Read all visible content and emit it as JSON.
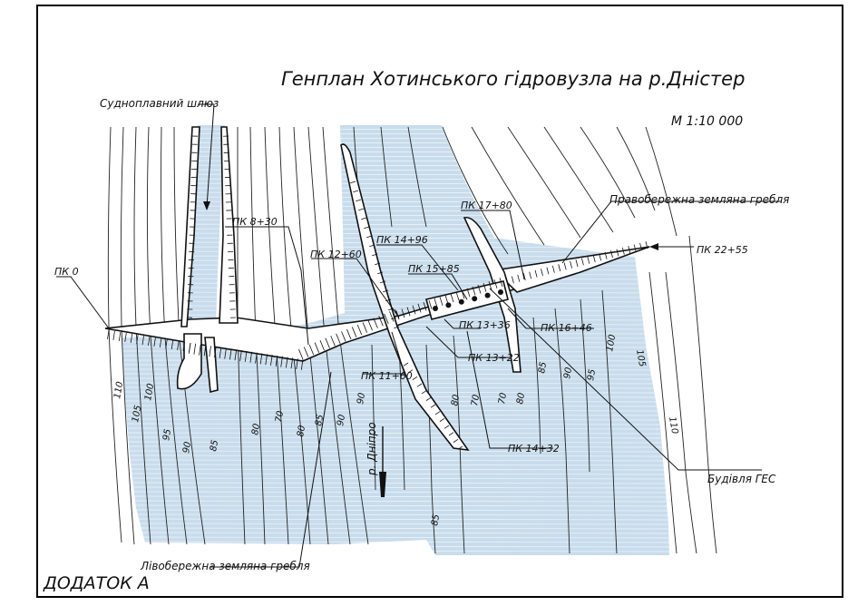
{
  "sheet": {
    "title": "Генплан Хотинського гідровузла на р.Дністер",
    "scale": "М  1:10 000",
    "appendix": "ДОДАТОК А"
  },
  "labels": {
    "lock": "Судноплавний шлюз",
    "right_dam": "Правобережна земляна гребля",
    "left_dam": "Лівобережна земляна гребля",
    "hpp": "Будівля ГЕС",
    "river": "р. Дніпро"
  },
  "pickets": [
    "ПК 0",
    "ПК  8+30",
    "ПК  12+60",
    "ПК 14+96",
    "ПК  17+80",
    "ПК 15+85",
    "ПК 22+55",
    "ПК  13+36",
    "ПК 16+46",
    "ПК 13+22",
    "ПК 11+60",
    "ПК 14+32"
  ],
  "contour_values": [
    "110",
    "105",
    "100",
    "95",
    "90",
    "85",
    "80",
    "70",
    "80",
    "85",
    "90",
    "90",
    "80",
    "70",
    "70",
    "80",
    "85",
    "90",
    "95",
    "100",
    "105",
    "110",
    "85"
  ],
  "colors": {
    "water": "#c8dcec",
    "ink": "#111111",
    "frame": "#000000"
  }
}
